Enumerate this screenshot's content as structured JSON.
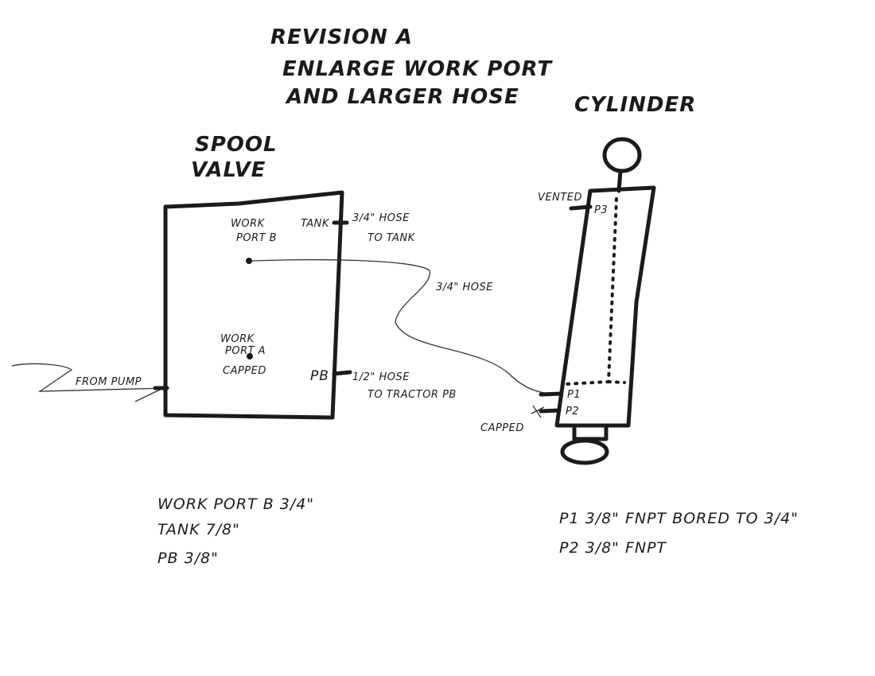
{
  "title": {
    "line1": "REVISION A",
    "line2": "ENLARGE WORK PORT",
    "line3": "AND LARGER HOSE"
  },
  "spool_valve": {
    "label_line1": "SPOOL",
    "label_line2": "VALVE",
    "work_port_b_line1": "WORK",
    "work_port_b_line2": "PORT B",
    "work_port_a_line1": "WORK",
    "work_port_a_line2": "PORT A",
    "work_port_a_status": "CAPPED",
    "tank": "TANK",
    "pb": "PB",
    "tank_hose_line1": "3/4\" HOSE",
    "tank_hose_line2": "TO TANK",
    "pb_hose_line1": "1/2\" HOSE",
    "pb_hose_line2": "TO TRACTOR PB",
    "from_pump": "FROM PUMP"
  },
  "connecting_hose": "3/4\" HOSE",
  "cylinder": {
    "label": "CYLINDER",
    "vented": "VENTED",
    "p3": "P3",
    "p1": "P1",
    "p2": "P2",
    "capped": "CAPPED"
  },
  "notes_left": [
    "WORK PORT B 3/4\"",
    "TANK 7/8\"",
    "PB 3/8\""
  ],
  "notes_right": [
    "P1 3/8\" FNPT BORED TO 3/4\"",
    "P2 3/8\" FNPT"
  ]
}
